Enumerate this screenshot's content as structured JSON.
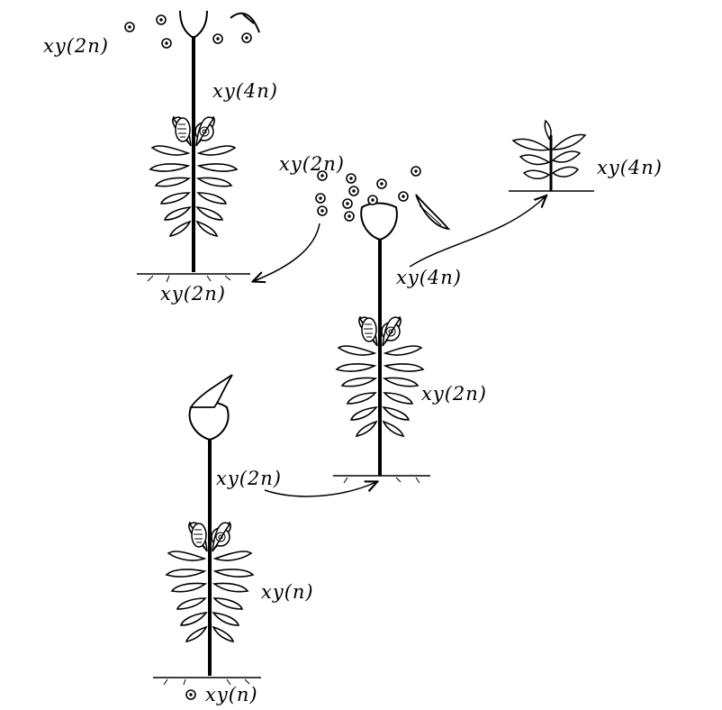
{
  "labels": {
    "top_spores": "xy(2n)",
    "top_sporophyte": "xy(4n)",
    "top_ground": "xy(2n)",
    "middle_spores": "xy(2n)",
    "middle_sporophyte": "xy(4n)",
    "middle_gametophyte": "xy(2n)",
    "right_plant": "xy(4n)",
    "bottom_sporophyte": "xy(2n)",
    "bottom_gametophyte": "xy(n)",
    "bottom_spore": "xy(n)"
  }
}
